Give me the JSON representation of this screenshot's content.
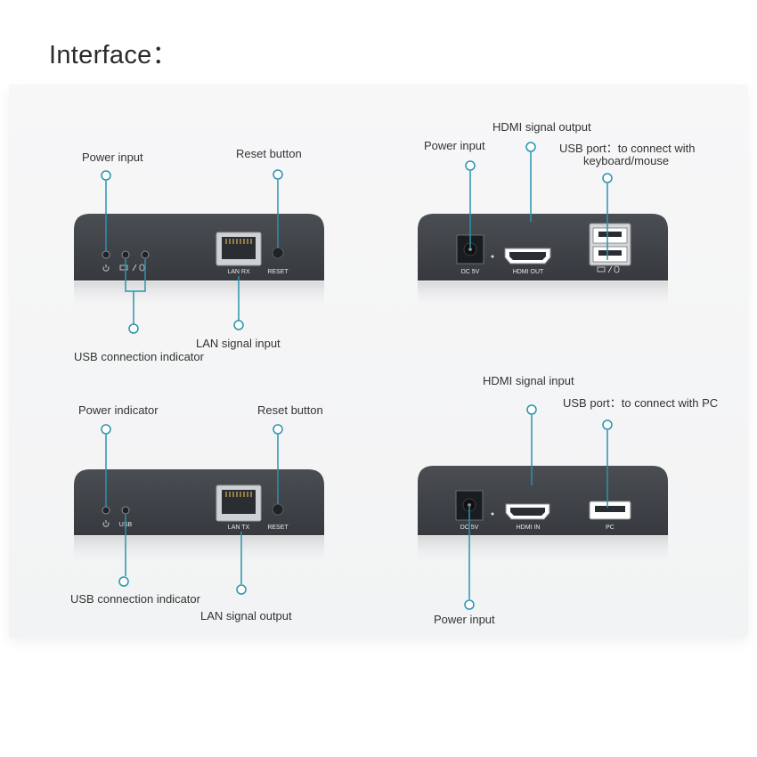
{
  "title": "Interface：",
  "colors": {
    "accent": "#2a93ad",
    "device": "#3d4146",
    "label": "#333333"
  },
  "device1": {
    "labels": {
      "power_input": "Power input",
      "reset_button": "Reset button",
      "usb_indicator": "USB connection indicator",
      "lan_input": "LAN signal  input"
    },
    "ports": {
      "lan": "LAN RX",
      "reset": "RESET"
    }
  },
  "device2": {
    "labels": {
      "power_input": "Power input",
      "hdmi_output": "HDMI signal output",
      "usb_port_line1": "USB port：to connect with",
      "usb_port_line2": "keyboard/mouse"
    },
    "ports": {
      "dc": "DC 5V",
      "hdmi": "HDMI OUT"
    }
  },
  "device3": {
    "labels": {
      "power_indicator": "Power indicator",
      "reset_button": "Reset button",
      "usb_indicator": "USB connection  indicator",
      "lan_output": "LAN signal output"
    },
    "ports": {
      "usb": "USB",
      "lan": "LAN TX",
      "reset": "RESET"
    }
  },
  "device4": {
    "labels": {
      "hdmi_input": "HDMI signal input",
      "usb_port": "USB port：to connect with PC",
      "power_input": "Power input"
    },
    "ports": {
      "dc": "DC 5V",
      "hdmi": "HDMI IN",
      "pc": "PC"
    }
  }
}
